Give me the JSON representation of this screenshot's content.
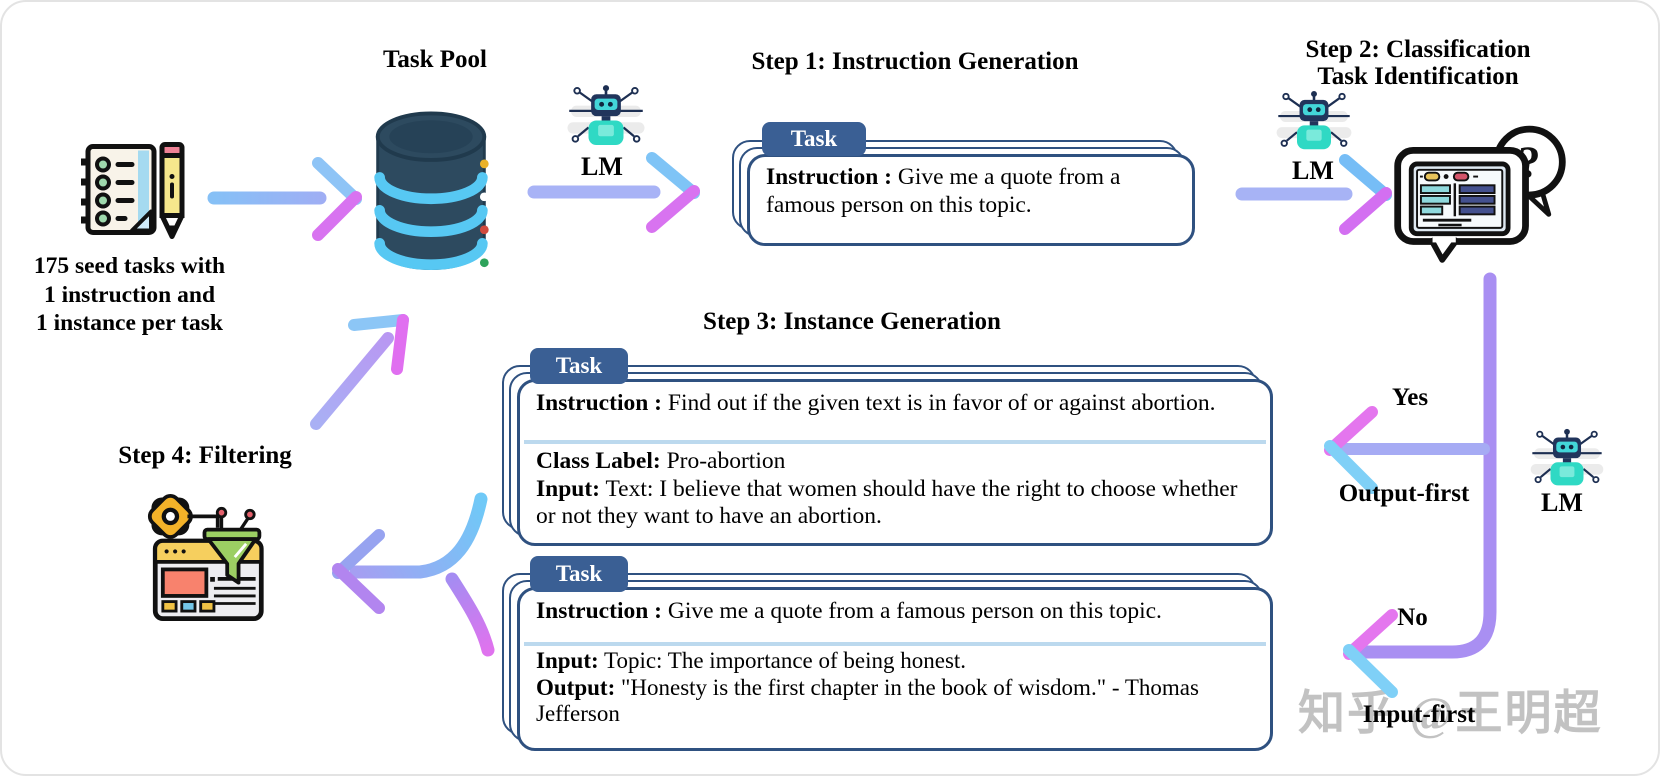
{
  "figure": {
    "seed": {
      "caption_lines": [
        "175 seed tasks with",
        "1 instruction and",
        "1 instance per task"
      ]
    },
    "task_pool": {
      "title": "Task Pool"
    },
    "steps": {
      "step1": {
        "title": "Step 1: Instruction Generation"
      },
      "step2": {
        "title_line1": "Step 2: Classification",
        "title_line2": "Task Identification"
      },
      "step3": {
        "title": "Step 3: Instance Generation"
      },
      "step4": {
        "title": "Step 4: Filtering"
      }
    },
    "lm_label": "LM",
    "cards": {
      "card1": {
        "tab": "Task",
        "instruction_label": "Instruction :",
        "instruction_text": "Give me a quote from a famous person on this topic."
      },
      "card2": {
        "tab": "Task",
        "instruction_label": "Instruction :",
        "instruction_text": "Find out if the given text is in favor of or against abortion.",
        "class_label": "Class Label:",
        "class_value": "Pro-abortion",
        "input_label": "Input:",
        "input_value": "Text: I believe that women should have the right to choose whether or not they want to have an abortion."
      },
      "card3": {
        "tab": "Task",
        "instruction_label": "Instruction :",
        "instruction_text": "Give me a quote from a famous person on this topic.",
        "input_label": "Input:",
        "input_value": "Topic: The importance of being honest.",
        "output_label": "Output:",
        "output_value": "\"Honesty is the first chapter in the book of wisdom.\" - Thomas Jefferson"
      }
    },
    "branch_labels": {
      "yes": "Yes",
      "output_first": "Output-first",
      "no": "No",
      "input_first": "Input-first"
    },
    "watermark": "知乎 @王明超",
    "colors": {
      "card_border": "#2f5180",
      "task_tab_bg": "#3a5f94",
      "section_divider": "#bcd9ee",
      "database_body": "#2d4a5f",
      "database_band": "#57c8f3",
      "arrow_blue": "#7ec6f7",
      "arrow_lavender": "#a6aef4",
      "arrow_purple": "#a98ff2",
      "arrow_magenta": "#df72ef",
      "robot_teal": "#2fd9c4",
      "watermark_gray": "#bcbcbc"
    }
  }
}
